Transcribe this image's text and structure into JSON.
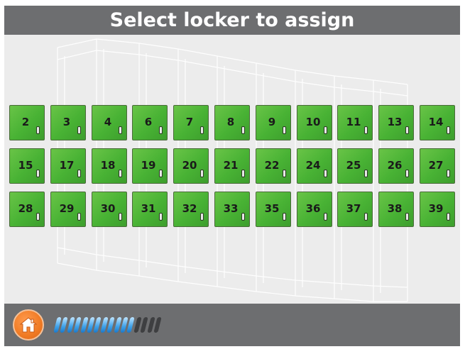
{
  "header": {
    "title": "Select locker to assign"
  },
  "lockers": {
    "rows": [
      [
        "2",
        "3",
        "4",
        "6",
        "7",
        "8",
        "9",
        "10",
        "11",
        "13",
        "14"
      ],
      [
        "15",
        "17",
        "18",
        "19",
        "20",
        "21",
        "22",
        "24",
        "25",
        "26",
        "27"
      ],
      [
        "28",
        "29",
        "30",
        "31",
        "32",
        "33",
        "35",
        "36",
        "37",
        "38",
        "39"
      ]
    ]
  },
  "footer": {
    "home_icon": "home-icon",
    "progress": {
      "segments_total": 16,
      "segments_filled": 12
    }
  },
  "colors": {
    "header_bar": "#6d6e70",
    "locker_green": "#48b234",
    "home_orange": "#f07a23",
    "progress_blue": "#3fa3ea"
  }
}
